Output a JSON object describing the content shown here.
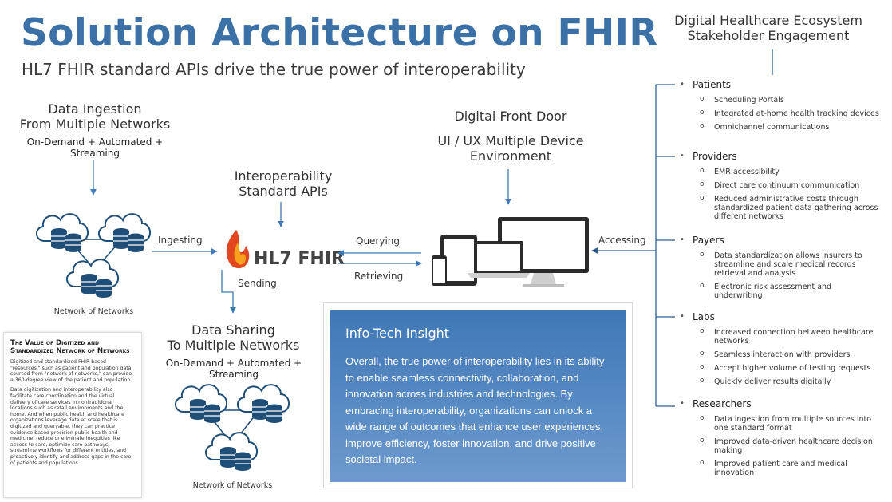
{
  "title": "Solution Architecture on FHIR",
  "subtitle": "HL7 FHIR standard APIs drive the true power of interoperability",
  "ingestion": {
    "title_line1": "Data Ingestion",
    "title_line2": "From Multiple Networks",
    "sub_line1": "On-Demand + Automated +",
    "sub_line2": "Streaming",
    "network_label": "Network of Networks"
  },
  "interop": {
    "title_line1": "Interoperability",
    "title_line2": "Standard APIs"
  },
  "logo": {
    "text": "HL7 FHIR"
  },
  "front_door": {
    "title": "Digital Front Door",
    "sub_line1": "UI / UX Multiple Device",
    "sub_line2": "Environment"
  },
  "sharing": {
    "title_line1": "Data Sharing",
    "title_line2": "To Multiple Networks",
    "sub_line1": "On-Demand + Automated +",
    "sub_line2": "Streaming",
    "network_label": "Network of Networks"
  },
  "edges": {
    "ingesting": "Ingesting",
    "querying": "Querying",
    "retrieving": "Retrieving",
    "sending": "Sending",
    "accessing": "Accessing"
  },
  "stakeholders": {
    "title_line1": "Digital Healthcare Ecosystem",
    "title_line2": "Stakeholder Engagement",
    "groups": [
      {
        "name": "Patients",
        "items": [
          "Scheduling Portals",
          "Integrated at-home health tracking devices",
          "Omnichannel communications"
        ]
      },
      {
        "name": "Providers",
        "items": [
          "EMR accessibility",
          "Direct care continuum communication",
          "Reduced administrative costs through standardized patient data gathering across different networks"
        ]
      },
      {
        "name": "Payers",
        "items": [
          "Data standardization allows insurers to streamline and scale medical records retrieval and analysis",
          "Electronic risk assessment and underwriting"
        ]
      },
      {
        "name": "Labs",
        "items": [
          "Increased connection between healthcare networks",
          "Seamless interaction with providers",
          "Accept higher volume of testing requests",
          "Quickly deliver results digitally"
        ]
      },
      {
        "name": "Researchers",
        "items": [
          "Data ingestion from multiple sources into one standard format",
          "Improved data-driven healthcare decision making",
          "Improved patient care and medical innovation"
        ]
      }
    ]
  },
  "value_box": {
    "title_line1": "The Value of Digitized and",
    "title_line2": "Standardized Network of Networks",
    "para1": "Digitized and standardized FHIR-based \"resources,\" such as patient and population data sourced from \"network of networks,\" can provide a 360-degree view of the patient and population.",
    "para2": "Data digitization and interoperability also facilitate care coordination and the virtual delivery of care services in nontraditional locations such as retail environments and the home. And when public health and healthcare organizations leverage data at scale that is digitized and queryable, they can practice evidence-based precision public health and medicine, reduce or eliminate inequities like access to care, optimize care pathways, streamline workflows for different entities, and proactively identify and address gaps in the care of patients and populations."
  },
  "insight": {
    "title": "Info-Tech Insight",
    "body": "Overall, the true power of interoperability lies in its ability to enable seamless connectivity, collaboration, and innovation across industries and technologies. By embracing interoperability, organizations can unlock a wide range of outcomes that enhance user experiences, improve efficiency, foster innovation, and drive positive societal impact."
  },
  "colors": {
    "title_blue": "#3b71a6",
    "line_blue": "#3f79b3",
    "db_dark": "#1f4e79",
    "insight_bg": "#4a82c0"
  }
}
